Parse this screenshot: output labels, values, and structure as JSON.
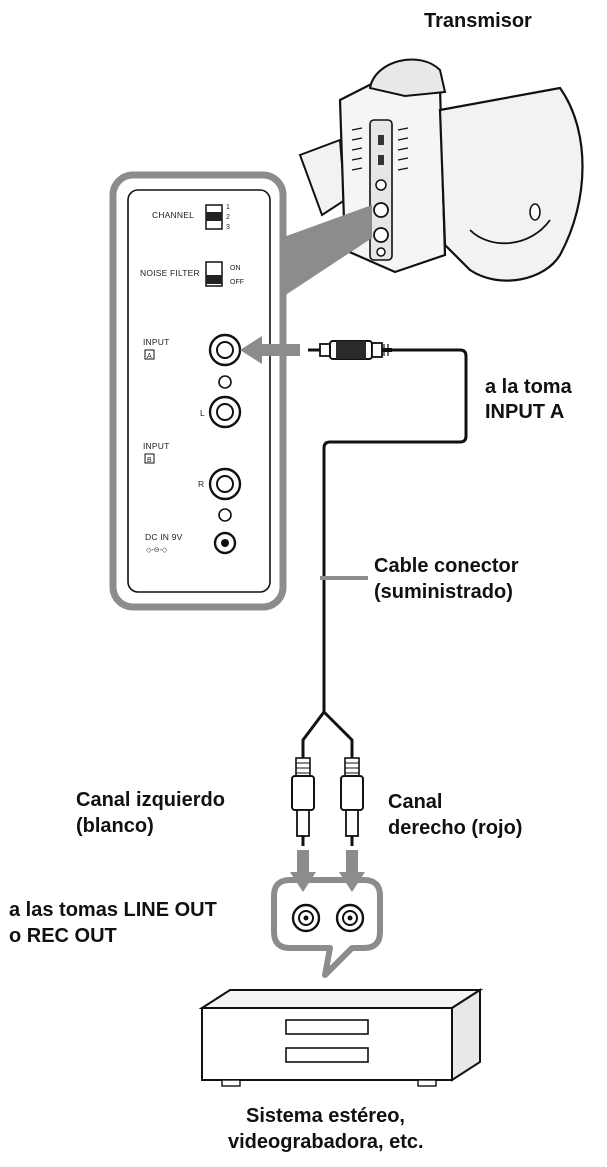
{
  "labels": {
    "transmitter": "Transmisor",
    "input_a_line1": "a la toma",
    "input_a_line2": "INPUT A",
    "cable_line1": "Cable conector",
    "cable_line2": "(suministrado)",
    "left_line1": "Canal izquierdo",
    "left_line2": "(blanco)",
    "right_line1": "Canal",
    "right_line2": "derecho (rojo)",
    "lineout_line1": "a las tomas LINE OUT",
    "lineout_line2": "o REC OUT",
    "stereo_line1": "Sistema estéreo,",
    "stereo_line2": "videograbadora, etc."
  },
  "panel": {
    "channel": "CHANNEL",
    "channel_opts": [
      "1",
      "2",
      "3"
    ],
    "noise_filter": "NOISE FILTER",
    "nf_on": "ON",
    "nf_off": "OFF",
    "input": "INPUT",
    "input_a": "A",
    "input_b": "B",
    "l": "L",
    "r": "R",
    "dc_in": "DC IN 9V"
  },
  "colors": {
    "gray_accent": "#8c8c8c",
    "line": "#111111"
  }
}
